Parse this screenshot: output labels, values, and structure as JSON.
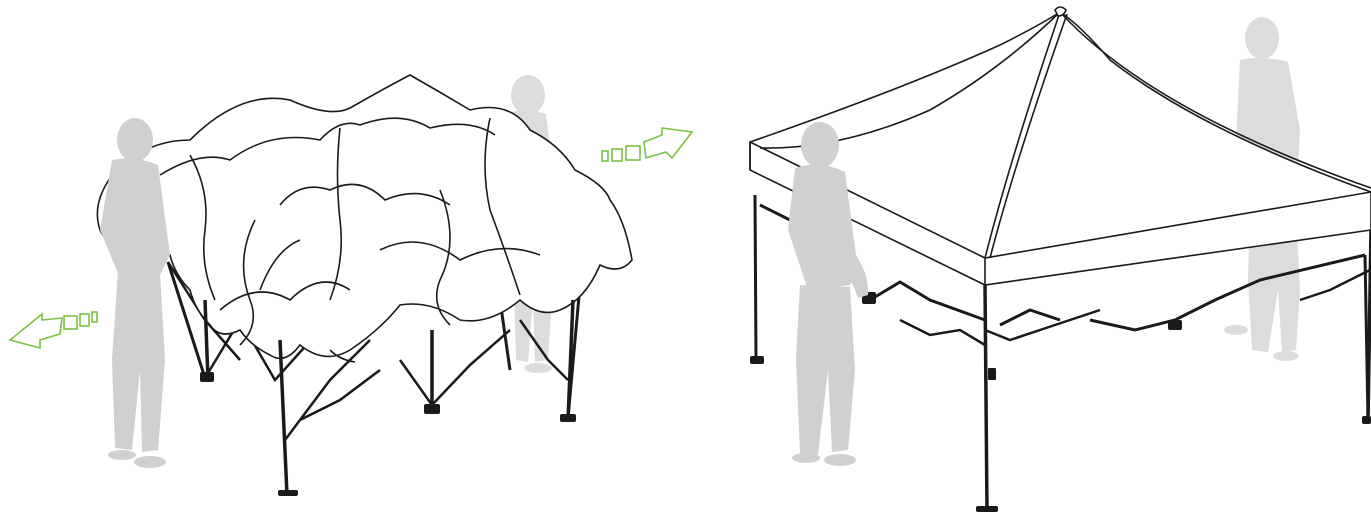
{
  "steps": [
    {
      "state": "partially-expanded",
      "people": 2,
      "arrows": 2
    },
    {
      "state": "fully-erected",
      "people": 2,
      "arrows": 0
    }
  ],
  "colors": {
    "line": "#1a1a1a",
    "person": "#d6d6d6",
    "arrow": "#7bc242",
    "background": "#ffffff"
  },
  "icons": [
    "direction-arrow-icon",
    "person-silhouette-icon",
    "canopy-tent-icon"
  ]
}
